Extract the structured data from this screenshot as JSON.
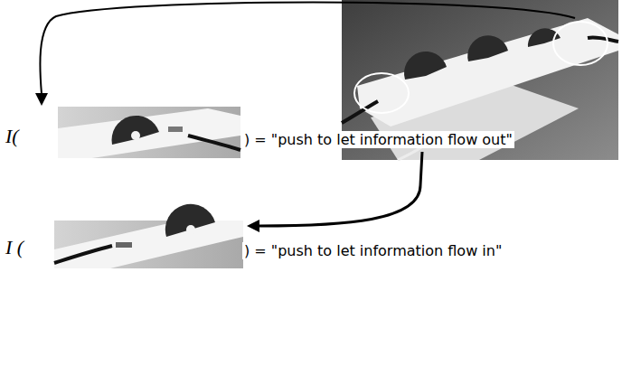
{
  "diagram": {
    "labels": [
      "I(",
      ") = \"push to let information flow out\"",
      "I (",
      ") = \"push to let information flow in\""
    ]
  }
}
